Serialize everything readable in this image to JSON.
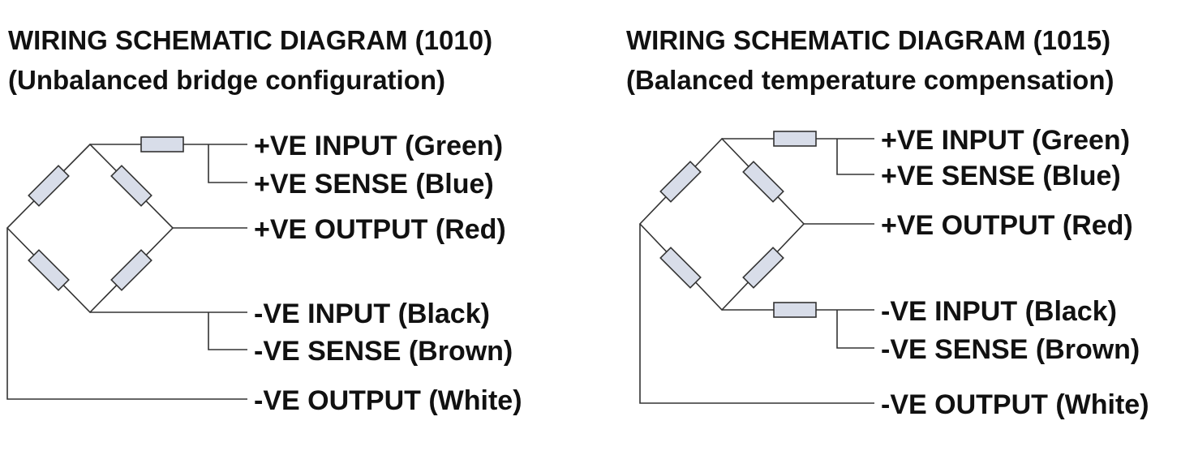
{
  "diagrams": [
    {
      "title": "WIRING SCHEMATIC DIAGRAM (1010)",
      "subtitle": "(Unbalanced bridge configuration)",
      "labels": {
        "pos_input": "+VE INPUT (Green)",
        "pos_sense": "+VE SENSE (Blue)",
        "pos_output": "+VE OUTPUT (Red)",
        "neg_input": "-VE INPUT (Black)",
        "neg_sense": "-VE SENSE (Brown)",
        "neg_output": "-VE OUTPUT (White)"
      }
    },
    {
      "title": "WIRING SCHEMATIC DIAGRAM (1015)",
      "subtitle": "(Balanced temperature compensation)",
      "labels": {
        "pos_input": "+VE INPUT (Green)",
        "pos_sense": "+VE SENSE (Blue)",
        "pos_output": "+VE OUTPUT (Red)",
        "neg_input": "-VE INPUT (Black)",
        "neg_sense": "-VE SENSE (Brown)",
        "neg_output": "-VE OUTPUT (White)"
      }
    }
  ],
  "colors": {
    "line": "#333333",
    "resistor_fill": "#d8dde9",
    "text": "#111111"
  }
}
